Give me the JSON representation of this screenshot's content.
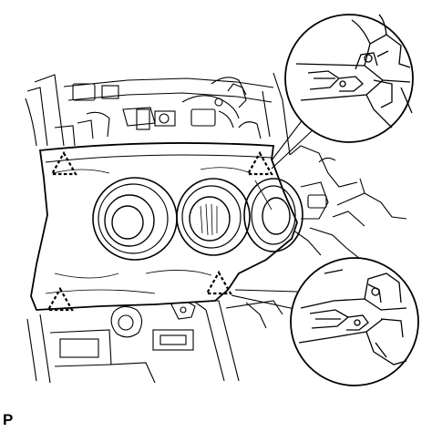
{
  "figure": {
    "reference_code": "P",
    "line_color": "#000000",
    "background_color": "#ffffff",
    "markers": [
      {
        "name": "clip-marker-top-left",
        "icon": "dashed-triangle"
      },
      {
        "name": "clip-marker-top-right",
        "icon": "dashed-triangle"
      },
      {
        "name": "clip-marker-bottom-left",
        "icon": "dashed-triangle"
      },
      {
        "name": "clip-marker-bottom-center",
        "icon": "dashed-triangle"
      }
    ],
    "callouts": [
      {
        "name": "clip-detail-callout-top",
        "icon": "claw-clip-detail"
      },
      {
        "name": "clip-detail-callout-bottom",
        "icon": "claw-clip-detail"
      }
    ],
    "knobs": [
      {
        "name": "hvac-knob-left"
      },
      {
        "name": "hvac-knob-center"
      },
      {
        "name": "hvac-knob-right"
      }
    ]
  }
}
